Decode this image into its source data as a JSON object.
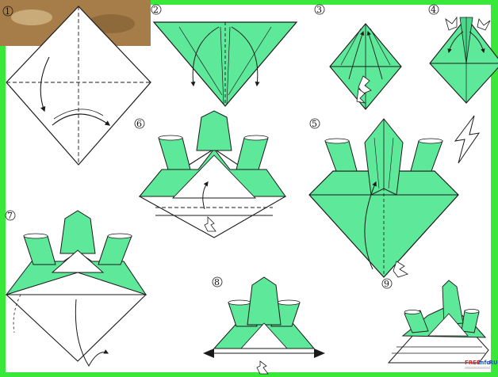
{
  "colors": {
    "paper_green": "#5ee89a",
    "paper_green_dark": "#3fc97a",
    "border_green": "#39e83a",
    "line": "#1a1a1a",
    "logo_red": "#d32f2f",
    "logo_blue": "#1e4fb5"
  },
  "steps": [
    {
      "label": "1"
    },
    {
      "label": "2"
    },
    {
      "label": "3"
    },
    {
      "label": "4"
    },
    {
      "label": "5"
    },
    {
      "label": "6"
    },
    {
      "label": "7"
    },
    {
      "label": "8"
    },
    {
      "label": "9"
    }
  ],
  "watermark": {
    "brand_a": "FREE",
    "brand_b": "info",
    "brand_c": ".RU"
  }
}
